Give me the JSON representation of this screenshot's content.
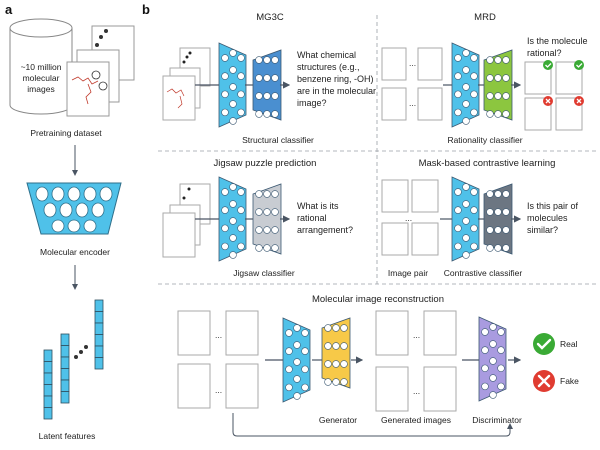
{
  "panel_a": {
    "label": "a",
    "dataset_text": [
      "~10 million",
      "molecular",
      "images"
    ],
    "pretraining_caption": "Pretraining dataset",
    "encoder_caption": "Molecular encoder",
    "latent_caption": "Latent features"
  },
  "panel_b": {
    "label": "b",
    "mg3c": {
      "title": "MG3C",
      "question": [
        "What chemical",
        "structures (e.g.,",
        "benzene ring, -OH)",
        "are in the molecular",
        "image?"
      ],
      "caption": "Structural classifier"
    },
    "mrd": {
      "title": "MRD",
      "question": [
        "Is the molecule",
        "rational?"
      ],
      "caption": "Rationality classifier",
      "outcomes": [
        "check",
        "check",
        "cross",
        "cross"
      ]
    },
    "jigsaw": {
      "title": "Jigsaw puzzle prediction",
      "question": [
        "What is its",
        "rational",
        "arrangement?"
      ],
      "caption": "Jigsaw classifier"
    },
    "contrastive": {
      "title": "Mask-based contrastive learning",
      "question": [
        "Is this pair of",
        "molecules",
        "similar?"
      ],
      "image_pair_caption": "Image pair",
      "caption": "Contrastive classifier"
    },
    "reconstruction": {
      "title": "Molecular image reconstruction",
      "generator_caption": "Generator",
      "generated_caption": "Generated images",
      "discriminator_caption": "Discriminator",
      "real_label": "Real",
      "fake_label": "Fake"
    },
    "ellipsis": "..."
  },
  "colors": {
    "encoder_blue": "#4fc1e9",
    "structural_blue": "#4a8fd0",
    "rationality_green": "#8cc63f",
    "jigsaw_gray": "#c8ccd2",
    "contrastive_gray": "#6c7682",
    "generator_yellow": "#f7c948",
    "discriminator_purple": "#a99be0",
    "check_green": "#3aaa35",
    "cross_red": "#e03c31",
    "arrow": "#4a5563",
    "separator": "#9aa0a6"
  }
}
